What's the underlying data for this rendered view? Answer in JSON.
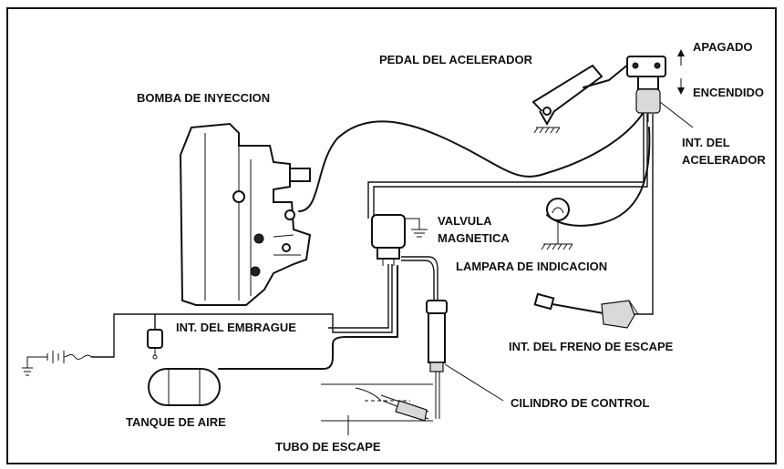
{
  "labels": {
    "accelerator_pedal": "PEDAL DEL ACELERADOR",
    "off": "APAGADO",
    "on": "ENCENDIDO",
    "injection_pump": "BOMBA DE INYECCION",
    "accelerator_switch_line1": "INT. DEL",
    "accelerator_switch_line2": "ACELERADOR",
    "magnetic_valve_line1": "VALVULA",
    "magnetic_valve_line2": "MAGNETICA",
    "indicator_lamp": "LAMPARA DE INDICACION",
    "clutch_switch": "INT. DEL EMBRAGUE",
    "exhaust_brake_switch": "INT. DEL FRENO DE ESCAPE",
    "air_tank": "TANQUE DE AIRE",
    "control_cylinder": "CILINDRO DE CONTROL",
    "exhaust_pipe": "TUBO DE ESCAPE"
  }
}
